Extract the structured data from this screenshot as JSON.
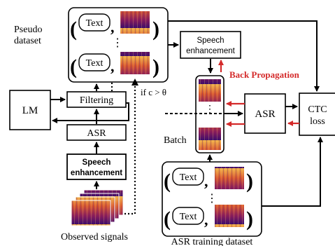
{
  "pseudo_dataset": {
    "label_line1": "Pseudo",
    "label_line2": "dataset",
    "text_items": [
      "Text",
      "Text"
    ],
    "separator": ",",
    "ellipsis": "⋮"
  },
  "lm": {
    "label": "LM"
  },
  "filtering": {
    "label": "Filtering"
  },
  "asr_left": {
    "label": "ASR"
  },
  "enhancement_left": {
    "line1": "Speech",
    "line2": "enhancement"
  },
  "enhancement_top": {
    "line1": "Speech",
    "line2": "enhancement"
  },
  "condition": {
    "label": "if c > θ"
  },
  "back_propagation": {
    "label": "Back Propagation"
  },
  "batch": {
    "label": "Batch",
    "ellipsis": "⋮"
  },
  "asr_right": {
    "label": "ASR"
  },
  "ctc_loss": {
    "line1": "CTC",
    "line2": "loss"
  },
  "asr_training": {
    "label": "ASR training dataset",
    "text_items": [
      "Text",
      "Text"
    ],
    "separator": ",",
    "ellipsis": "⋮"
  },
  "observed": {
    "label": "Observed signals"
  },
  "colors": {
    "back_propagation": "#d42a2a",
    "line": "#000000",
    "spectrogram_low": "#3a0b6b",
    "spectrogram_high": "#f7c04a"
  }
}
